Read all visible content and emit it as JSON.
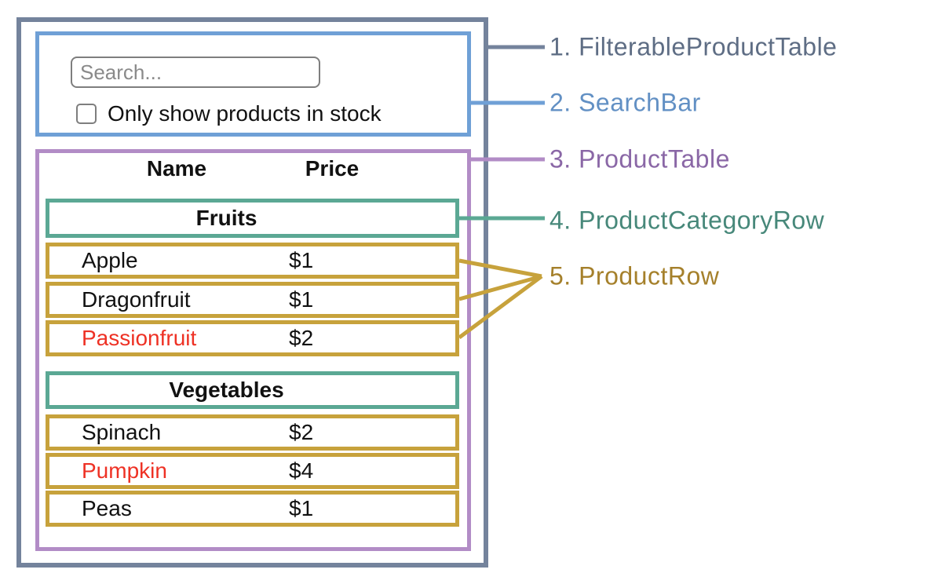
{
  "colors": {
    "slate": "#74839C",
    "slate_text": "#5E6D84",
    "blue": "#6FA0D6",
    "blue_text": "#6290C4",
    "purple": "#B28CC6",
    "purple_text": "#8A67A6",
    "teal": "#5BA894",
    "teal_text": "#47887A",
    "gold": "#C7A23C",
    "gold_text": "#A5802B",
    "red": "#EE3124",
    "ink": "#111111",
    "control_border": "#7E7E7E",
    "placeholder": "#8A8A8A"
  },
  "search_bar": {
    "placeholder": "Search...",
    "checkbox_label": "Only show products in stock",
    "checkbox_checked": false
  },
  "table": {
    "columns": [
      "Name",
      "Price"
    ],
    "sections": [
      {
        "category": "Fruits",
        "rows": [
          {
            "name": "Apple",
            "price": "$1",
            "in_stock": true
          },
          {
            "name": "Dragonfruit",
            "price": "$1",
            "in_stock": true
          },
          {
            "name": "Passionfruit",
            "price": "$2",
            "in_stock": false
          }
        ]
      },
      {
        "category": "Vegetables",
        "rows": [
          {
            "name": "Spinach",
            "price": "$2",
            "in_stock": true
          },
          {
            "name": "Pumpkin",
            "price": "$4",
            "in_stock": false
          },
          {
            "name": "Peas",
            "price": "$1",
            "in_stock": true
          }
        ]
      }
    ]
  },
  "legend": {
    "items": [
      {
        "label": "1. FilterableProductTable"
      },
      {
        "label": "2. SearchBar"
      },
      {
        "label": "3. ProductTable"
      },
      {
        "label": "4. ProductCategoryRow"
      },
      {
        "label": "5. ProductRow"
      }
    ]
  }
}
